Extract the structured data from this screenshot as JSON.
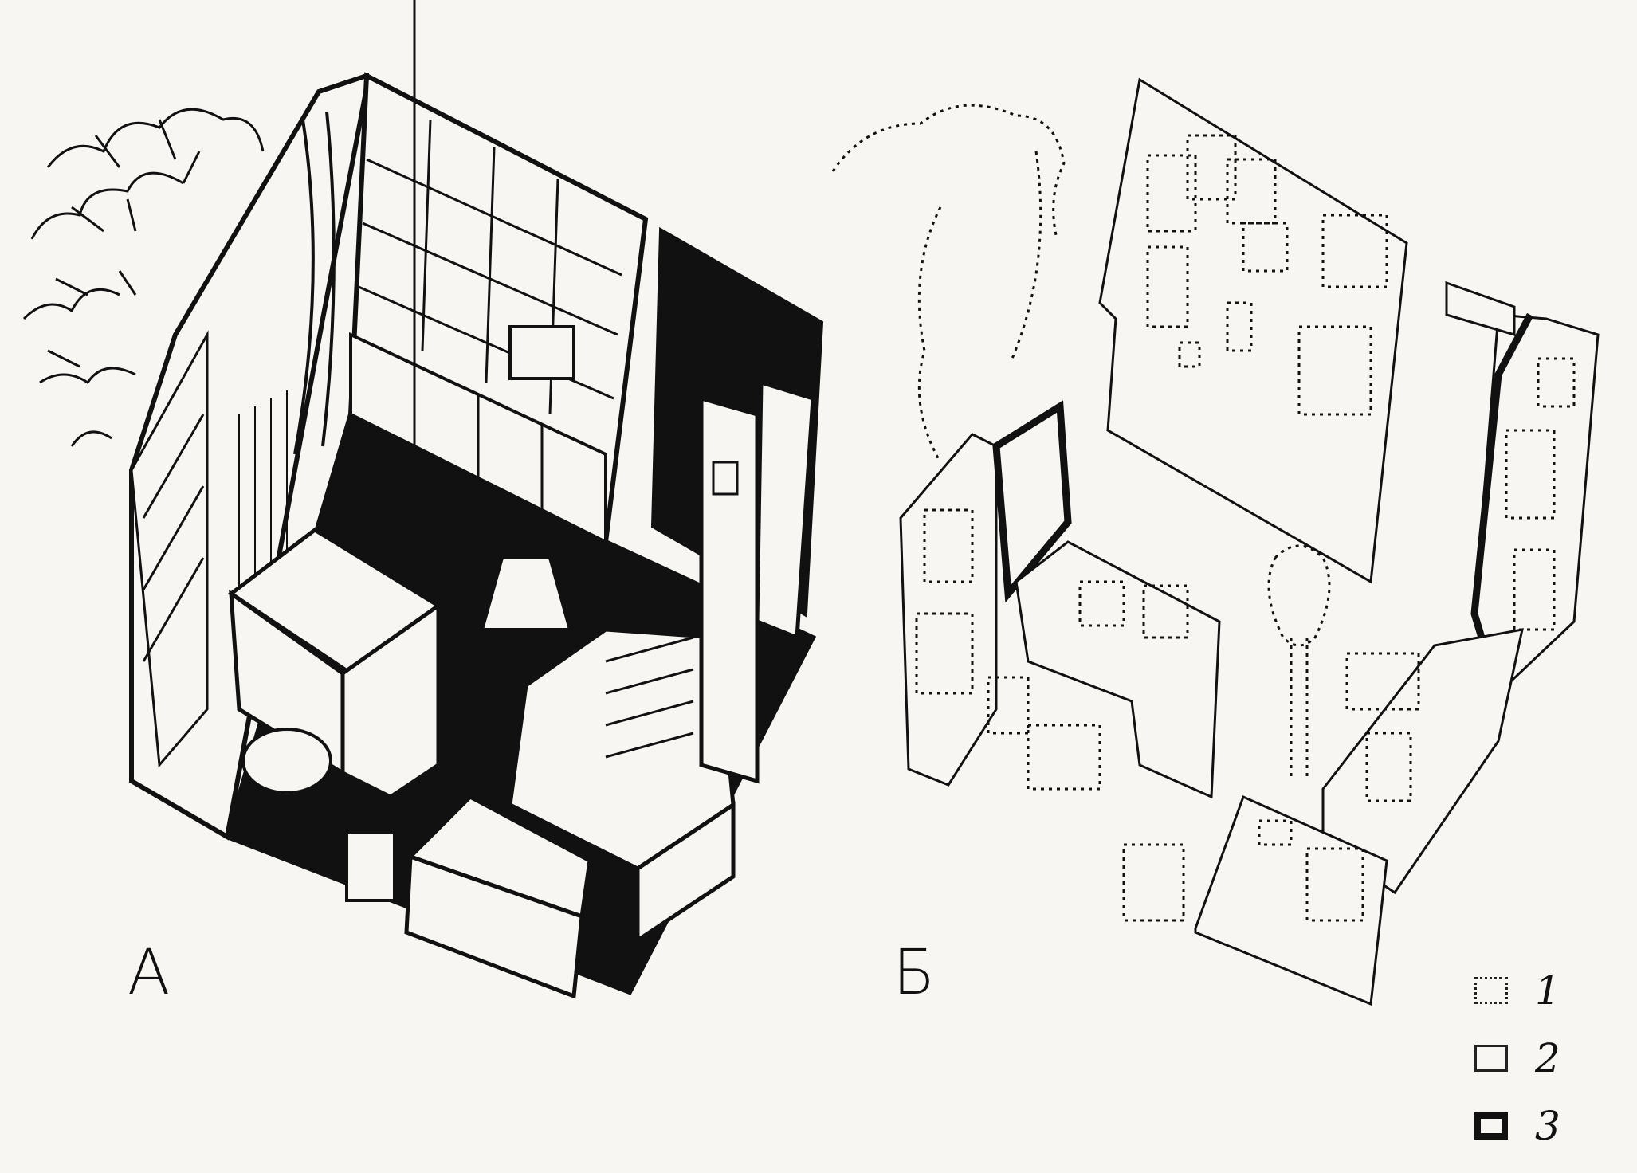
{
  "figure": {
    "panel_a_label": "А",
    "panel_b_label": "Б"
  },
  "legend": [
    {
      "key": "1",
      "style": "dotted-outline"
    },
    {
      "key": "2",
      "style": "thin-outline"
    },
    {
      "key": "3",
      "style": "thick-outline"
    }
  ],
  "colors": {
    "ink": "#111111",
    "paper": "#f7f6f2"
  }
}
